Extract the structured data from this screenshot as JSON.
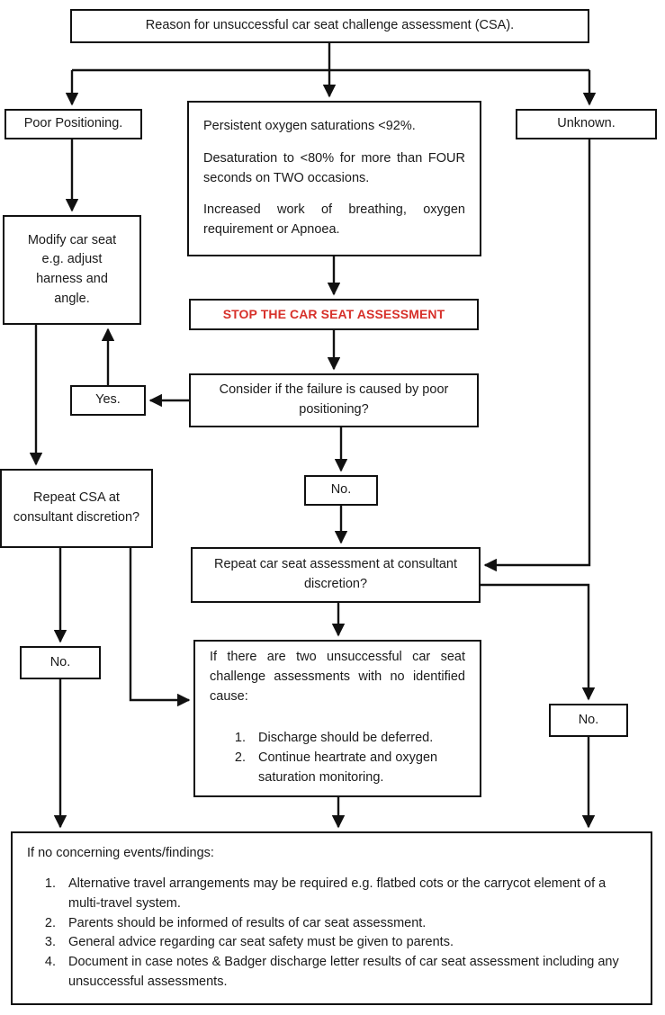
{
  "chart_data": {
    "type": "diagram",
    "title": "Reason for unsuccessful car seat challenge assessment (CSA).",
    "diagram_kind": "flowchart",
    "accent_color": "#d7302a",
    "border_color": "#111111",
    "background": "#ffffff"
  },
  "nodes": {
    "top": {
      "label": "Reason for unsuccessful car seat challenge assessment (CSA)."
    },
    "poor_positioning": {
      "label": "Poor Positioning."
    },
    "criteria": {
      "paragraphs": [
        "Persistent oxygen saturations <92%.",
        "Desaturation to <80% for more than FOUR seconds on TWO occasions.",
        "Increased work of breathing, oxygen requirement or Apnoea."
      ]
    },
    "unknown": {
      "label": "Unknown."
    },
    "modify": {
      "label": "Modify car seat e.g. adjust harness and angle."
    },
    "stop": {
      "label": "STOP THE CAR SEAT ASSESSMENT"
    },
    "consider": {
      "label": "Consider if the failure is caused by poor positioning?"
    },
    "yes": {
      "label": "Yes."
    },
    "repeat_csa": {
      "label": "Repeat CSA at consultant discretion?"
    },
    "no_middle": {
      "label": "No."
    },
    "repeat_assessment": {
      "label": "Repeat car seat assessment at consultant discretion?"
    },
    "no_left": {
      "label": "No."
    },
    "no_right": {
      "label": "No."
    },
    "two_unsuccessful": {
      "lead": "If there are two unsuccessful car seat challenge assessments with no identified cause:",
      "items": [
        "Discharge should be deferred.",
        "Continue heartrate and oxygen saturation monitoring."
      ]
    },
    "final": {
      "lead": "If no concerning events/findings:",
      "items": [
        "Alternative travel arrangements may be required e.g. flatbed cots or the carrycot element of a multi-travel system.",
        "Parents should be informed of results of car seat assessment.",
        "General advice regarding car seat safety must be given to parents.",
        "Document in case notes & Badger discharge letter results of car seat assessment including any unsuccessful assessments."
      ]
    }
  }
}
